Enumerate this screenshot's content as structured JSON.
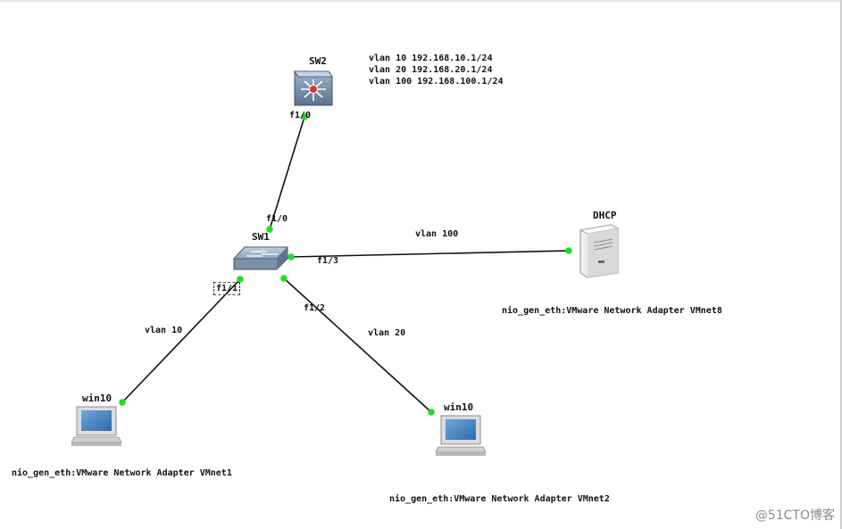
{
  "nodes": {
    "sw2": {
      "name": "SW2"
    },
    "sw1": {
      "name": "SW1"
    },
    "dhcp": {
      "name": "DHCP",
      "adapter": "nio_gen_eth:VMware Network Adapter VMnet8"
    },
    "win10_left": {
      "name": "win10",
      "adapter": "nio_gen_eth:VMware Network Adapter VMnet1"
    },
    "win10_right": {
      "name": "win10",
      "adapter": "nio_gen_eth:VMware Network Adapter VMnet2"
    }
  },
  "vlan_notes": [
    "vlan 10 192.168.10.1/24",
    "vlan 20 192.168.20.1/24",
    "vlan 100 192.168.100.1/24"
  ],
  "ports": {
    "sw2_f10": "f1/0",
    "sw1_f10": "f1/0",
    "sw1_f13": "f1/3",
    "sw1_f11": "f1/1",
    "sw1_f12": "f1/2"
  },
  "link_labels": {
    "to_dhcp": "vlan 100",
    "to_win_left": "vlan 10",
    "to_win_right": "vlan 20"
  },
  "colors": {
    "link_up": "#22dd22",
    "line": "#111111"
  },
  "watermark": "@51CTO博客"
}
